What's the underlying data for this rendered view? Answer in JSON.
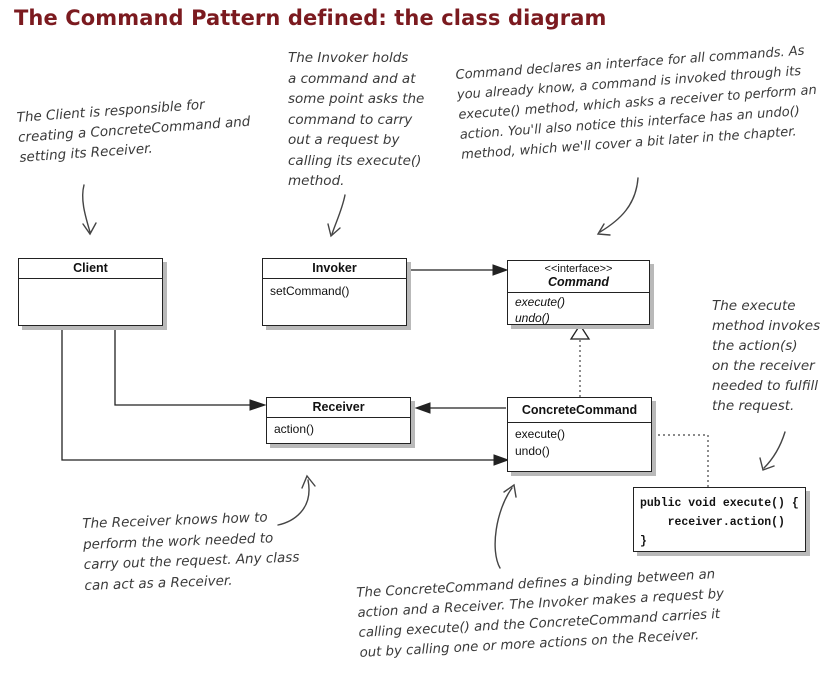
{
  "title": "The Command Pattern defined: the class diagram",
  "annotations": {
    "client": "The Client is responsible for\ncreating a ConcreteCommand and\nsetting its Receiver.",
    "invoker": "The Invoker holds\na command and at\nsome point asks the\ncommand to carry\nout a request by\ncalling its execute()\nmethod.",
    "command": "Command declares an interface for all commands. As\nyou already know, a command is invoked through its\nexecute() method, which asks a receiver to perform an\naction. You'll also notice this interface has an undo()\nmethod, which we'll cover a bit later in the chapter.",
    "execute": "The execute\nmethod invokes\nthe action(s)\non the receiver\nneeded to fulfill\nthe request.",
    "receiver": "The Receiver knows how to\nperform the work needed to\ncarry out the request. Any class\ncan act as a Receiver.",
    "concrete": "The ConcreteCommand defines a binding between an\naction and a Receiver. The Invoker makes a request by\ncalling execute() and the ConcreteCommand carries it\nout by calling one or more actions on the Receiver."
  },
  "classes": {
    "client": {
      "name": "Client"
    },
    "invoker": {
      "name": "Invoker",
      "methods": [
        "setCommand()"
      ]
    },
    "command": {
      "stereotype": "<<interface>>",
      "name": "Command",
      "methods": [
        "execute()",
        "undo()"
      ]
    },
    "receiver": {
      "name": "Receiver",
      "methods": [
        "action()"
      ]
    },
    "concrete": {
      "name": "ConcreteCommand",
      "methods": [
        "execute()",
        "undo()"
      ]
    }
  },
  "code": {
    "line1": "public void execute() {",
    "line2": "    receiver.action()",
    "line3": "}"
  },
  "colors": {
    "title": "#7b1a1f",
    "lines": "#222222",
    "shadow": "#b9b9b9"
  }
}
